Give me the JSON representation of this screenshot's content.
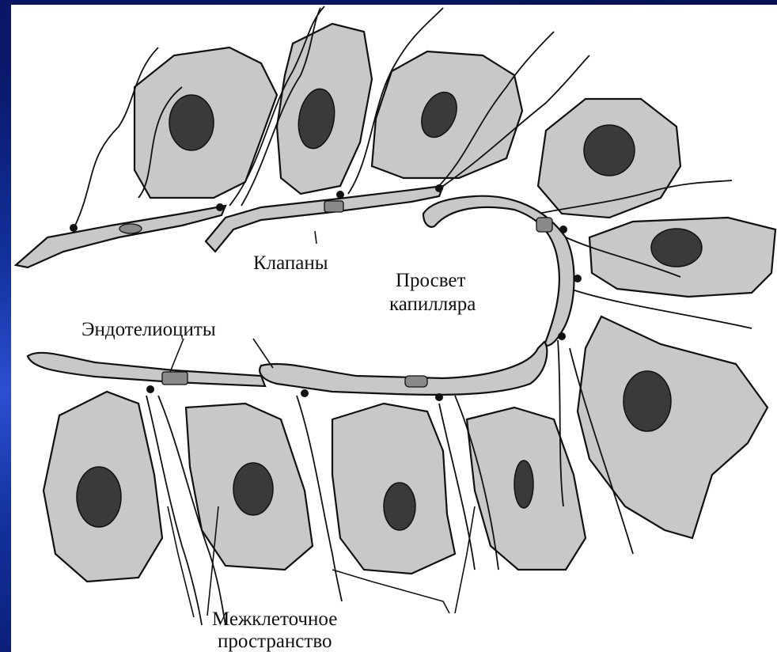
{
  "labels": {
    "valves": "Клапаны",
    "lumen_line1": "Просвет",
    "lumen_line2": "капилляра",
    "endothelium": "Эндотелиоциты",
    "interstitial_line1": "Межклеточное",
    "interstitial_line2": "пространство"
  },
  "colors": {
    "background": "#0a1a6e",
    "panel": "#ffffff",
    "cell_fill": "#c8c8c8",
    "nucleus": "#3a3a3a",
    "outline": "#111111"
  }
}
